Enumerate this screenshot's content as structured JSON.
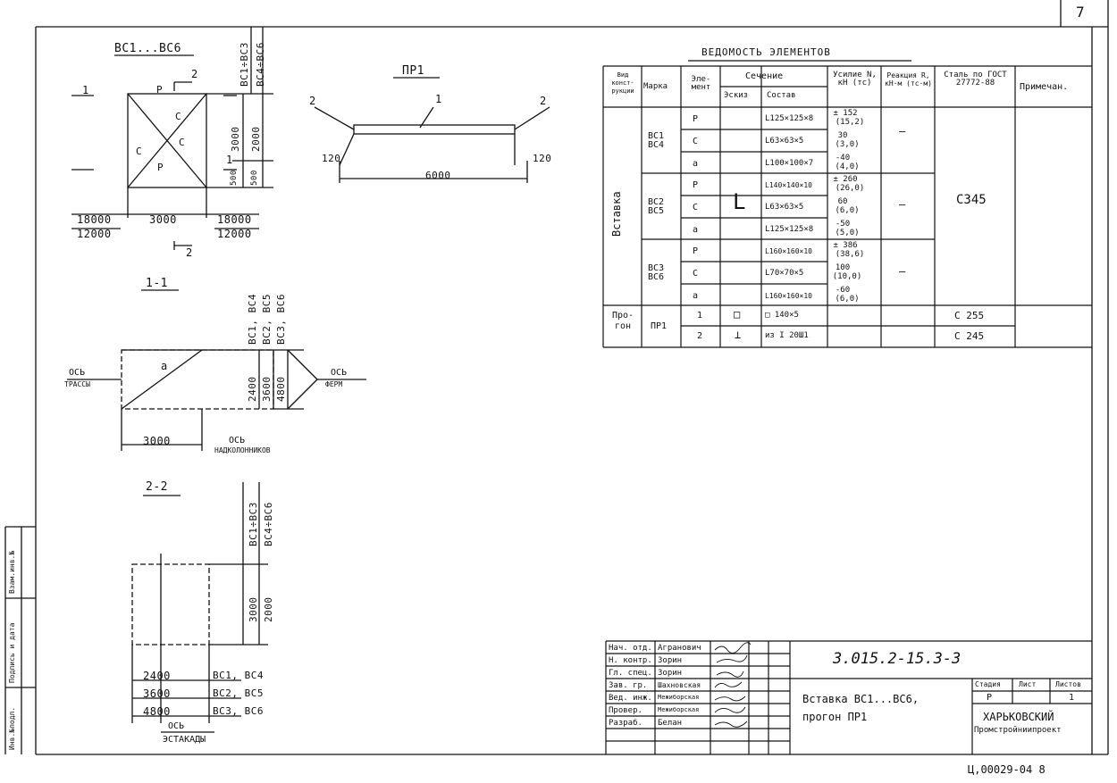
{
  "sheet": {
    "number": "7",
    "stamp": "Ц,00029-04   8"
  },
  "side_stamp": {
    "inv": "Инв.№подл.",
    "sign": "Подпись и дата",
    "replace": "Взам.инв.№"
  },
  "view_bc": {
    "title": "ВС1...ВС6",
    "section_mark_2": "2",
    "section_mark_1": "1",
    "member_p": "Р",
    "member_c": "С",
    "dim_18000": "18000",
    "dim_12000": "12000",
    "dim_3000": "3000",
    "dim_2000": "2000",
    "dim_500": "500",
    "vlabel_bc13": "ВС1÷ВС3",
    "vlabel_bc46": "ВС4÷ВС6"
  },
  "view_pr": {
    "title": "ПР1",
    "mark_1": "1",
    "mark_2": "2",
    "dim_120": "120",
    "dim_6000": "6000"
  },
  "section_11": {
    "title": "1-1",
    "member_a": "а",
    "axis_route": "ОСЬ",
    "axis_route2": "ТРАССЫ",
    "axis_truss": "ОСЬ",
    "axis_truss2": "ФЕРМ",
    "axis_col": "ОСЬ",
    "axis_col2": "НАДКОЛОННИКОВ",
    "dim_3000": "3000",
    "dim_2400": "2400",
    "dim_3600": "3600",
    "dim_4800": "4800",
    "v1": "ВС1, ВС4",
    "v2": "ВС2, ВС5",
    "v3": "ВС3, ВС6"
  },
  "section_22": {
    "title": "2-2",
    "dim_3000": "3000",
    "dim_2000": "2000",
    "v1": "ВС1÷ВС3",
    "v2": "ВС4÷ВС6",
    "rows": [
      {
        "dim": "2400",
        "name": "ВС1, ВС4"
      },
      {
        "dim": "3600",
        "name": "ВС2, ВС5"
      },
      {
        "dim": "4800",
        "name": "ВС3, ВС6"
      }
    ],
    "axis": "ОСЬ",
    "axis2": "ЭСТАКАДЫ"
  },
  "table": {
    "title": "ВЕДОМОСТЬ ЭЛЕМЕНТОВ",
    "h_kind": "Вид конст-рукции",
    "h_mark": "Марка",
    "h_elem": "Эле-мент",
    "h_section": "Сечение",
    "h_scheme": "Эскиз",
    "h_comp": "Состав",
    "h_force": "Усилие N, кН (тс)",
    "h_reaction": "Реакция R, кН·м (тс·м)",
    "h_steel": "Сталь по ГОСТ 27772-88",
    "h_note": "Примечан.",
    "kind_insert": "Вставка",
    "kind_purlin": "Про-гон",
    "steel_main": "С345",
    "dash": "—",
    "angle_glyph": "L",
    "groups": [
      {
        "mark": "ВС1 ВС4",
        "rows": [
          {
            "el": "Р",
            "comp": "L125×125×8",
            "n1": "± 152",
            "n2": "(15,2)"
          },
          {
            "el": "С",
            "comp": "L63×63×5",
            "n1": "30",
            "n2": "(3,0)"
          },
          {
            "el": "а",
            "comp": "L100×100×7",
            "n1": "-40",
            "n2": "(4,0)"
          }
        ]
      },
      {
        "mark": "ВС2 ВС5",
        "rows": [
          {
            "el": "Р",
            "comp": "L140×140×10",
            "n1": "± 260",
            "n2": "(26,0)"
          },
          {
            "el": "С",
            "comp": "L63×63×5",
            "n1": "60",
            "n2": "(6,0)"
          },
          {
            "el": "а",
            "comp": "L125×125×8",
            "n1": "-50",
            "n2": "(5,0)"
          }
        ]
      },
      {
        "mark": "ВС3 ВС6",
        "rows": [
          {
            "el": "Р",
            "comp": "L160×160×10",
            "n1": "± 386",
            "n2": "(38,6)"
          },
          {
            "el": "С",
            "comp": "L70×70×5",
            "n1": "100",
            "n2": "(10,0)"
          },
          {
            "el": "а",
            "comp": "L160×160×10",
            "n1": "-60",
            "n2": "(6,0)"
          }
        ]
      }
    ],
    "purlin": {
      "mark": "ПР1",
      "rows": [
        {
          "el": "1",
          "sk": "□",
          "comp": "□ 140×5",
          "steel": "С 255"
        },
        {
          "el": "2",
          "sk": "⊥",
          "comp": "из I 20Ш1",
          "steel": "С 245"
        }
      ]
    }
  },
  "titleblock": {
    "code": "3.015.2-15.3-3",
    "title1": "Вставка ВС1...ВС6,",
    "title2": "прогон ПР1",
    "stage_h": "Стадия",
    "sheet_h": "Лист",
    "sheets_h": "Листов",
    "stage": "Р",
    "sheet": "",
    "sheets": "1",
    "org1": "ХАРЬКОВСКИЙ",
    "org2": "Промстройниипроект",
    "staff": [
      {
        "role": "Нач. отд.",
        "name": "Агранович"
      },
      {
        "role": "Н. контр.",
        "name": "Зорин"
      },
      {
        "role": "Гл. спец.",
        "name": "Зорин"
      },
      {
        "role": "Зав. гр.",
        "name": "Шахновская"
      },
      {
        "role": "Вед. инж.",
        "name": "Межиборская"
      },
      {
        "role": "Провер.",
        "name": "Межиборская"
      },
      {
        "role": "Разраб.",
        "name": "Белан"
      }
    ]
  }
}
